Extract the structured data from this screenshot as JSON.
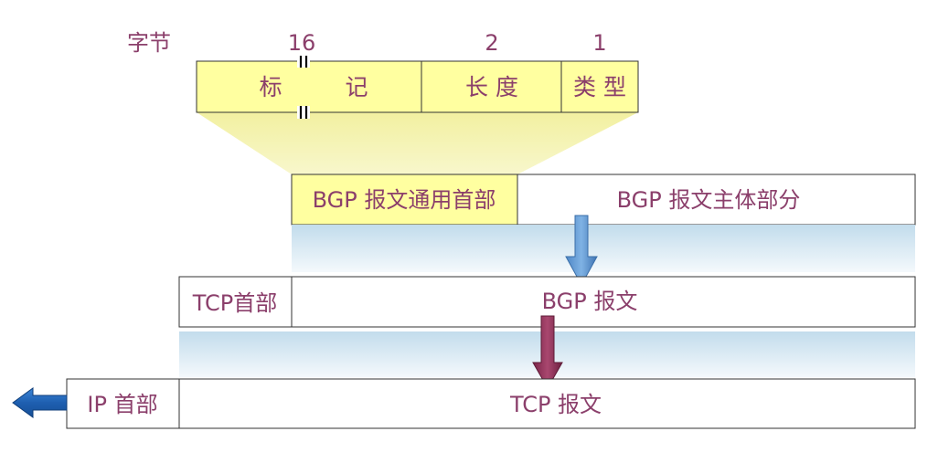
{
  "header": {
    "bytes_label": "字节",
    "size_marker": "16",
    "length_size": "2",
    "type_size": "1"
  },
  "header_fields": {
    "marker": [
      "标",
      "记"
    ],
    "length": "长 度",
    "type": "类 型"
  },
  "bgp_message": {
    "common_header": "BGP 报文通用首部",
    "body": "BGP 报文主体部分"
  },
  "tcp_segment": {
    "header": "TCP首部",
    "payload": "BGP 报文"
  },
  "ip_packet": {
    "header": "IP 首部",
    "payload": "TCP 报文"
  },
  "colors": {
    "text": "#8B3F6B",
    "header_fill": "#FFFFA0",
    "funnel_fill": "#F3F2A8",
    "border": "#333333",
    "band_top": "#C2DCEC",
    "band_bottom": "#F4F9FC",
    "arrow_blue": "#5A94D2",
    "arrow_maroon": "#8E2F56",
    "arrow_left": "#1F63B5"
  }
}
